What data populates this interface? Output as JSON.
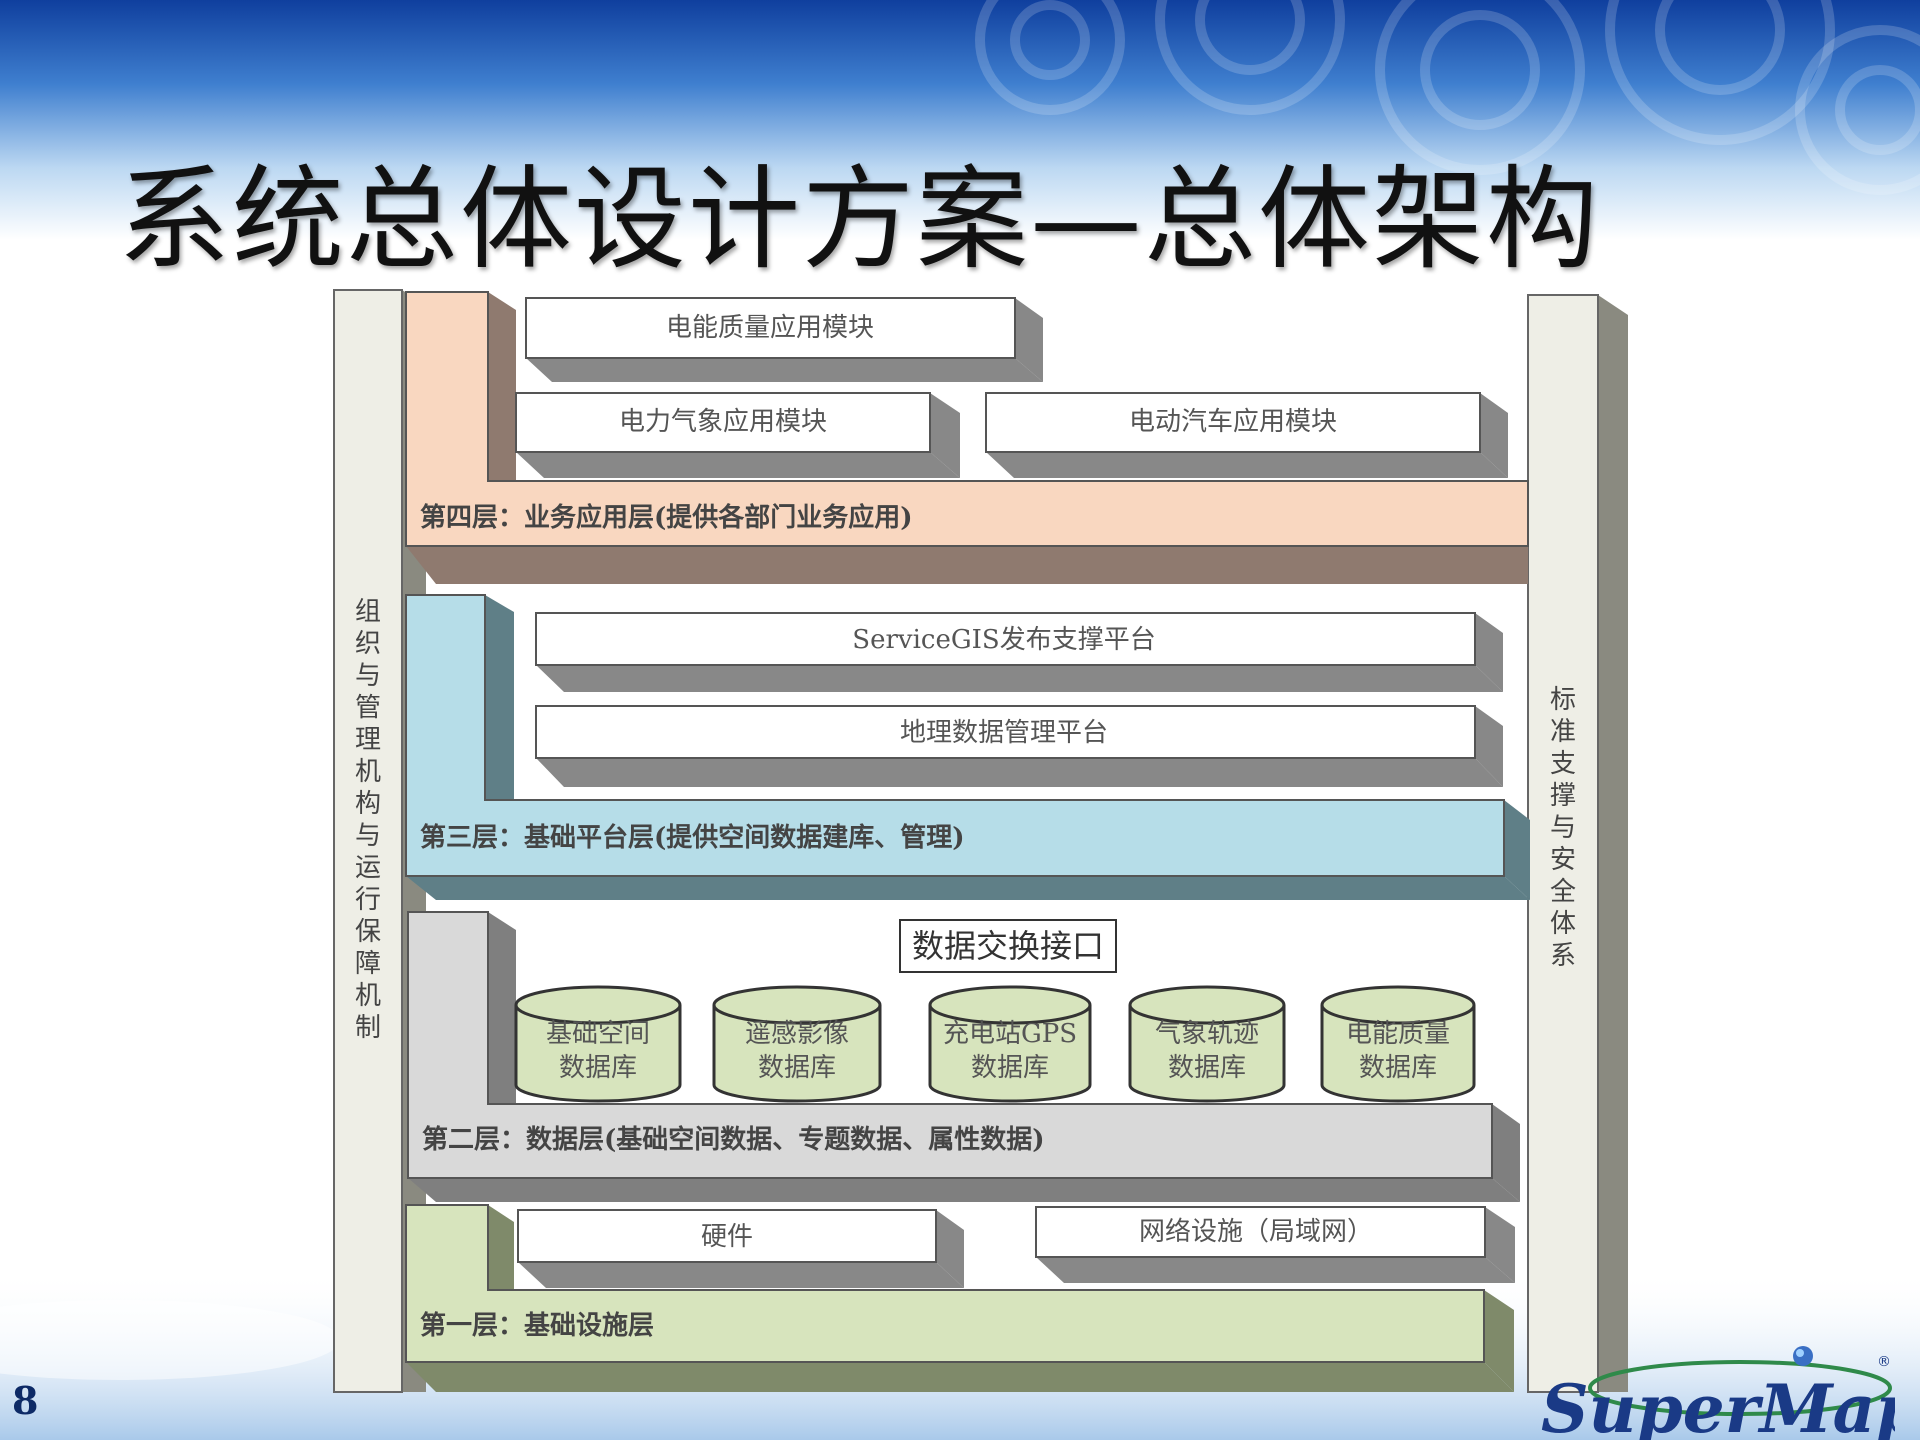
{
  "slide": {
    "title": "系统总体设计方案—总体架构",
    "page_number": "8",
    "logo_text": "SuperMap",
    "logo_mark": "®"
  },
  "diagram": {
    "left_column": "组织与管理机构与运行保障机制",
    "right_column": "标准支撑与安全体系",
    "layer4": {
      "label": "第四层：业务应用层(提供各部门业务应用)",
      "modules": [
        "电能质量应用模块",
        "电力气象应用模块",
        "电动汽车应用模块"
      ]
    },
    "layer3": {
      "label": "第三层：基础平台层(提供空间数据建库、管理)",
      "modules": [
        "ServiceGIS发布支撑平台",
        "地理数据管理平台"
      ]
    },
    "layer2": {
      "label": "第二层：数据层(基础空间数据、专题数据、属性数据)",
      "interface": "数据交换接口",
      "databases": [
        [
          "基础空间",
          "数据库"
        ],
        [
          "遥感影像",
          "数据库"
        ],
        [
          "充电站GPS",
          "数据库"
        ],
        [
          "气象轨迹",
          "数据库"
        ],
        [
          "电能质量",
          "数据库"
        ]
      ]
    },
    "layer1": {
      "label": "第一层：基础设施层",
      "modules": [
        "硬件",
        "网络设施（局域网）"
      ]
    }
  },
  "colors": {
    "layer4": "#f9d7c0",
    "layer3": "#b6dde8",
    "layer2": "#d9d9d9",
    "layer1": "#d7e4bd",
    "column": "#eeeee6",
    "header_blue": "#1e4fa8"
  }
}
